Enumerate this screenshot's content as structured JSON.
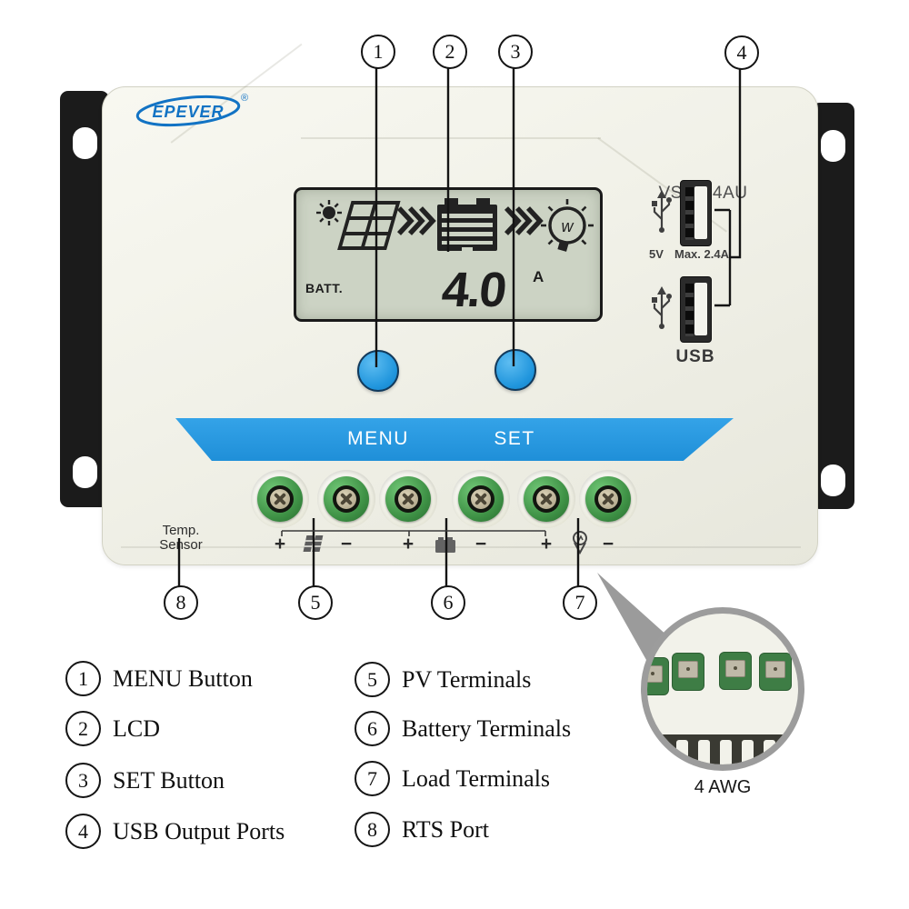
{
  "brand": {
    "name": "EPEVER",
    "registered_mark": "®"
  },
  "model": "VS6024AU",
  "lcd": {
    "batt_label": "BATT.",
    "current_value": "4.0",
    "current_unit": "A"
  },
  "usb": {
    "voltage": "5V",
    "max_current": "Max. 2.4A",
    "label": "USB"
  },
  "controls": {
    "menu_label": "MENU",
    "set_label": "SET"
  },
  "terminals": {
    "pv_plus": "+",
    "pv_minus": "−",
    "battery_plus": "+",
    "battery_minus": "−",
    "load_plus": "+",
    "load_minus": "−"
  },
  "temp_sensor": {
    "line1": "Temp.",
    "line2": "Sensor"
  },
  "callouts": {
    "c1": "1",
    "c2": "2",
    "c3": "3",
    "c4": "4",
    "c5": "5",
    "c6": "6",
    "c7": "7",
    "c8": "8"
  },
  "magnifier": {
    "wire_gauge_label": "4 AWG"
  },
  "legend": [
    {
      "num": "1",
      "label": "MENU Button"
    },
    {
      "num": "2",
      "label": "LCD"
    },
    {
      "num": "3",
      "label": "SET Button"
    },
    {
      "num": "4",
      "label": "USB Output Ports"
    },
    {
      "num": "5",
      "label": "PV Terminals"
    },
    {
      "num": "6",
      "label": "Battery Terminals"
    },
    {
      "num": "7",
      "label": "Load Terminals"
    },
    {
      "num": "8",
      "label": "RTS Port"
    }
  ],
  "colors": {
    "accent_blue": "#2b9ee4",
    "terminal_green": "#4aa351",
    "bracket_black": "#1b1b1b",
    "lcd_background": "#ccd3c4"
  }
}
